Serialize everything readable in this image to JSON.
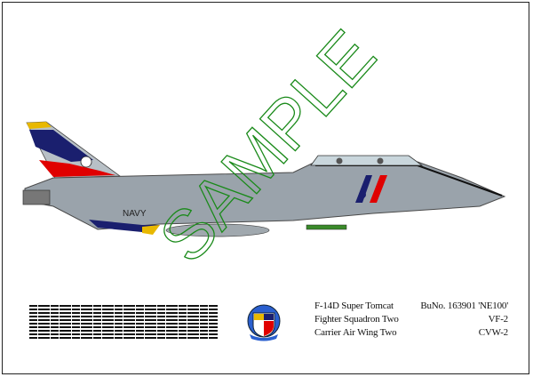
{
  "aircraft": {
    "type": "F-14D Super Tomcat",
    "serial": "BuNo. 163901 'NE100'",
    "squadron": "Fighter Squadron Two",
    "squadron_code": "VF-2",
    "wing": "Carrier Air Wing Two",
    "wing_code": "CVW-2",
    "fuselage_marking": "NAVY"
  },
  "watermark": "SAMPLE",
  "colors": {
    "watermark": "#1a8a1a",
    "gray": "#9aa3ab",
    "navy": "#1a1f6e",
    "red": "#e00000",
    "yellow": "#e8b800"
  }
}
